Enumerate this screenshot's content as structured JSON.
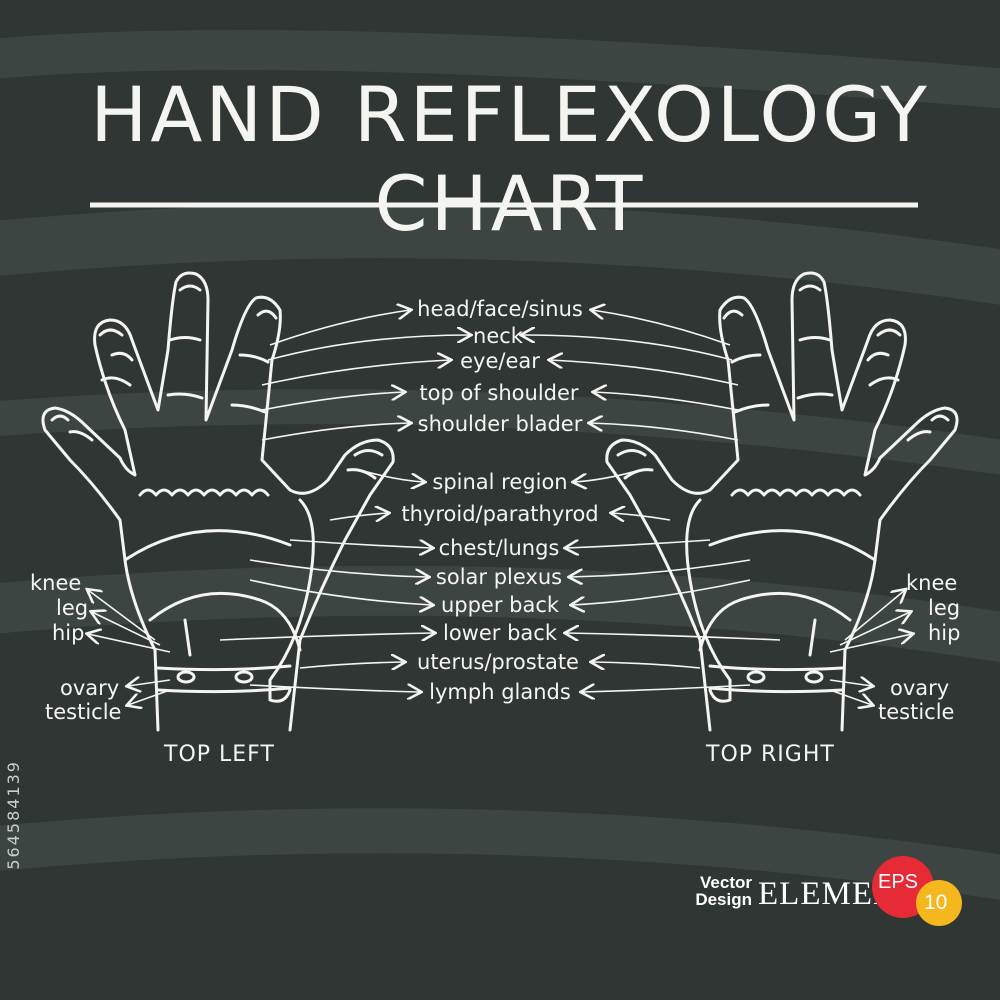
{
  "title": "HAND REFLEXOLOGY CHART",
  "center_labels": {
    "head": "head/face/sinus",
    "neck": "neck",
    "eye": "eye/ear",
    "shoulder_top": "top of shoulder",
    "shoulder_blade": "shoulder blader",
    "spinal": "spinal region",
    "thyroid": "thyroid/parathyrod",
    "chest": "chest/lungs",
    "solar": "solar plexus",
    "upper_back": "upper back",
    "lower_back": "lower back",
    "uterus": "uterus/prostate",
    "lymph": "lymph glands"
  },
  "left_side": {
    "knee": "knee",
    "leg": "leg",
    "hip": "hip",
    "ovary": "ovary",
    "testicle": "testicle",
    "caption": "TOP LEFT"
  },
  "right_side": {
    "knee": "knee",
    "leg": "leg",
    "hip": "hip",
    "ovary": "ovary",
    "testicle": "testicle",
    "caption": "TOP RIGHT"
  },
  "stock_id": "564584139",
  "badge": {
    "vector": "Vector",
    "design": "Design",
    "element": "ELEMENT",
    "eps": "EPS",
    "version": "10"
  },
  "colors": {
    "board": "#2f3634",
    "chalk": "#f4f4f0",
    "eps_red": "#e62a36",
    "ten_yellow": "#f6b61e"
  }
}
